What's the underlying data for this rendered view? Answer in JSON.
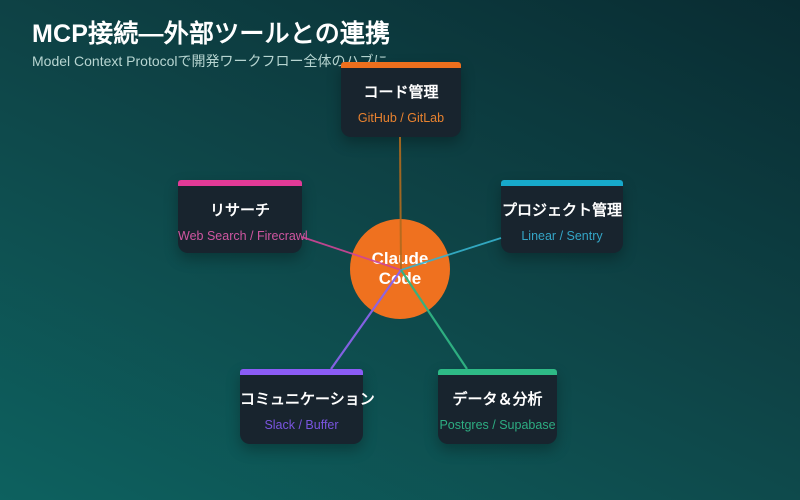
{
  "header": {
    "title": "MCP接続—外部ツールとの連携",
    "subtitle": "Model Context Protocolで開発ワークフロー全体のハブに"
  },
  "center": {
    "label_line1": "Claude",
    "label_line2": "Code",
    "color": "#ef711f"
  },
  "nodes": [
    {
      "id": "code-management",
      "title": "コード管理",
      "tools": "GitHub / GitLab",
      "accent": "#ed6f1d",
      "tools_color": "#e8822f"
    },
    {
      "id": "research",
      "title": "リサーチ",
      "tools": "Web Search / Firecrawl",
      "accent": "#e23a97",
      "tools_color": "#cf56a1"
    },
    {
      "id": "project-management",
      "title": "プロジェクト管理",
      "tools": "Linear / Sentry",
      "accent": "#17a9cb",
      "tools_color": "#34a5c6"
    },
    {
      "id": "communication",
      "title": "コミュニケーション",
      "tools": "Slack / Buffer",
      "accent": "#8b5cf6",
      "tools_color": "#7a55e0"
    },
    {
      "id": "data-analytics",
      "title": "データ＆分析",
      "tools": "Postgres / Supabase",
      "accent": "#2eba86",
      "tools_color": "#2dad82"
    }
  ],
  "edges": {
    "code": "#b06a1e",
    "research": "#cf4596",
    "project": "#36b2cd",
    "communication": "#8a63ea",
    "data": "#30b483"
  }
}
